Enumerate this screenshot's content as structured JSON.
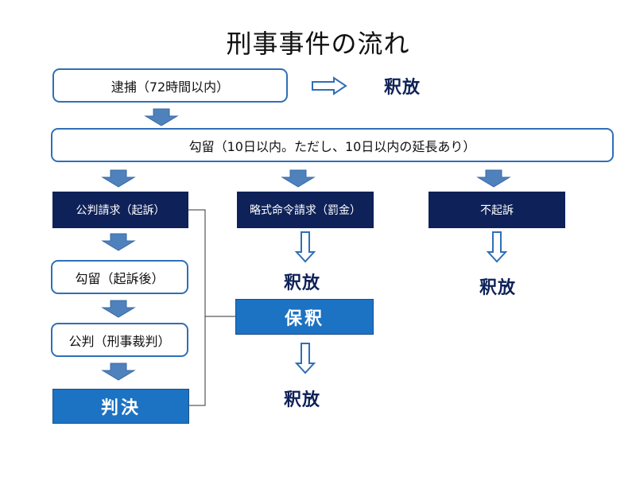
{
  "title": "刑事事件の流れ",
  "arrest": {
    "label": "逮捕（72時間以内）",
    "release": "釈放"
  },
  "detention": {
    "label": "勾留（10日以内。ただし、10日以内の延長あり）"
  },
  "branches": {
    "indictment": {
      "label": "公判請求（起訴）",
      "detention_after": "勾留（起訴後）",
      "trial": "公判（刑事裁判）",
      "judgment": "判決"
    },
    "summary_order": {
      "label": "略式命令請求（罰金）",
      "release": "釈放"
    },
    "no_indictment": {
      "label": "不起訴",
      "release": "釈放"
    }
  },
  "bail": {
    "label": "保釈",
    "release": "釈放"
  },
  "colors": {
    "dark_box": "#0e2158",
    "blue_box": "#1c72c3",
    "border": "#2f6fb7",
    "arrow_fill": "#4f81bd",
    "release_text": "#0e2158"
  }
}
